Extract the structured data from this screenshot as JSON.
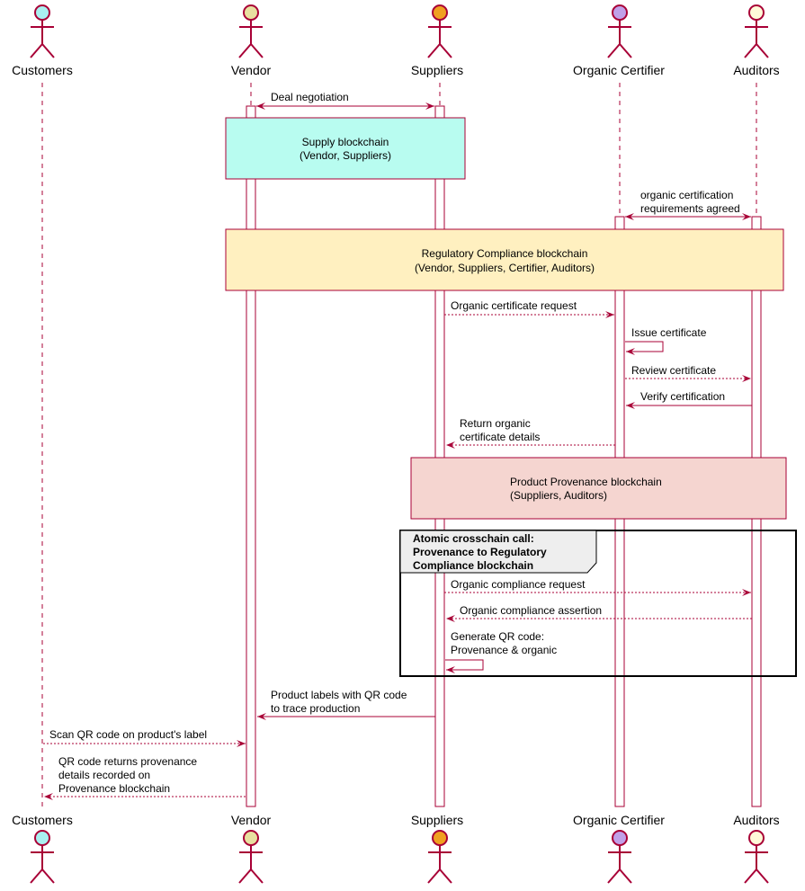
{
  "participants": [
    {
      "key": "customers",
      "name": "Customers",
      "color": "#A9F0F0"
    },
    {
      "key": "vendor",
      "name": "Vendor",
      "color": "#E8E0A0"
    },
    {
      "key": "suppliers",
      "name": "Suppliers",
      "color": "#F0A020"
    },
    {
      "key": "certifier",
      "name": "Organic Certifier",
      "color": "#C0A0E8"
    },
    {
      "key": "auditors",
      "name": "Auditors",
      "color": "#FFFAD8"
    }
  ],
  "notes": [
    {
      "key": "supply",
      "lines": [
        "Supply blockchain",
        "(Vendor, Suppliers)"
      ],
      "color": "#B8FCF0"
    },
    {
      "key": "regulatory",
      "lines": [
        "Regulatory Compliance blockchain",
        "(Vendor, Suppliers, Certifier, Auditors)"
      ],
      "color": "#FFF0C0"
    },
    {
      "key": "provenance",
      "lines": [
        "Product Provenance blockchain",
        "(Suppliers, Auditors)"
      ],
      "color": "#F5D5D0"
    }
  ],
  "group": {
    "title_lines": [
      "Atomic crosschain call:",
      "Provenance to Regulatory",
      "Compliance blockchain"
    ]
  },
  "messages": [
    {
      "key": "deal",
      "lines": [
        "Deal negotiation"
      ]
    },
    {
      "key": "organic-req-agreed",
      "lines": [
        "organic certification",
        "requirements agreed"
      ]
    },
    {
      "key": "cert-request",
      "lines": [
        "Organic certificate request"
      ]
    },
    {
      "key": "issue-cert",
      "lines": [
        "Issue certificate"
      ]
    },
    {
      "key": "review-cert",
      "lines": [
        "Review certificate"
      ]
    },
    {
      "key": "verify-cert",
      "lines": [
        "Verify certification"
      ]
    },
    {
      "key": "return-cert",
      "lines": [
        "Return organic",
        "certificate details"
      ]
    },
    {
      "key": "compliance-request",
      "lines": [
        "Organic compliance request"
      ]
    },
    {
      "key": "compliance-assertion",
      "lines": [
        "Organic compliance assertion"
      ]
    },
    {
      "key": "generate-qr",
      "lines": [
        "Generate QR code:",
        "Provenance & organic"
      ]
    },
    {
      "key": "product-labels",
      "lines": [
        "Product labels with QR code",
        "to trace production"
      ]
    },
    {
      "key": "scan-qr",
      "lines": [
        "Scan QR code on product's label"
      ]
    },
    {
      "key": "qr-returns",
      "lines": [
        "QR code returns provenance",
        "details recorded on",
        "Provenance blockchain"
      ]
    }
  ]
}
